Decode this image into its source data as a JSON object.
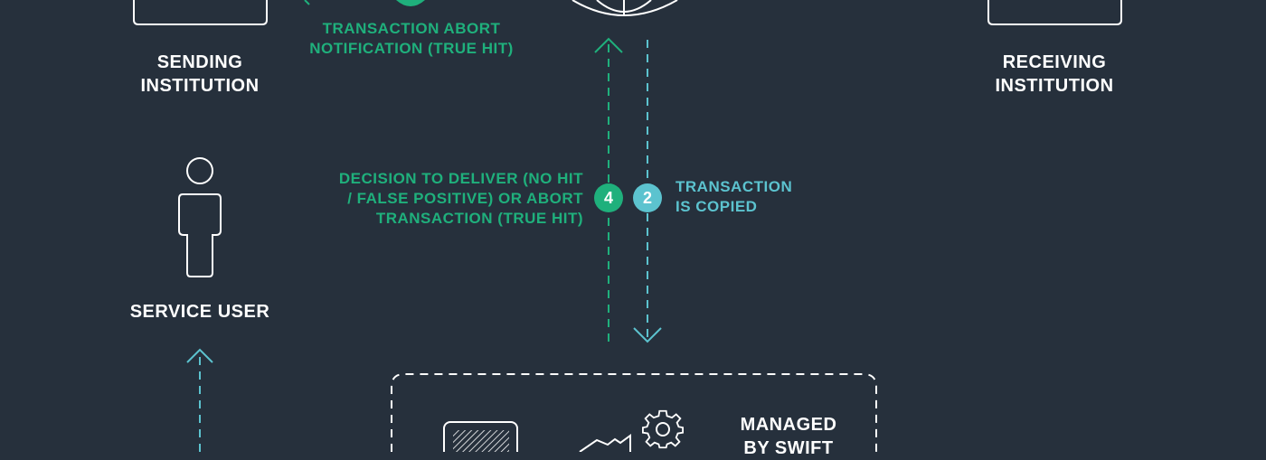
{
  "nodes": {
    "sending_institution": [
      "SENDING",
      "INSTITUTION"
    ],
    "receiving_institution": [
      "RECEIVING",
      "INSTITUTION"
    ],
    "service_user": "SERVICE USER",
    "managed_by_swift": [
      "MANAGED",
      "BY SWIFT"
    ]
  },
  "steps": {
    "abort_notification": [
      "TRANSACTION ABORT",
      "NOTIFICATION (TRUE HIT)"
    ],
    "decision": {
      "number": "4",
      "lines": [
        "DECISION TO DELIVER (NO  HIT",
        "/ FALSE POSITIVE) OR ABORT",
        "TRANSACTION (TRUE HIT)"
      ]
    },
    "copied": {
      "number": "2",
      "lines": [
        "TRANSACTION",
        "IS COPIED"
      ]
    }
  },
  "colors": {
    "background": "#26303c",
    "green": "#1fb07c",
    "teal": "#5cc3cf",
    "white": "#ffffff"
  },
  "icons": [
    "building-icon",
    "globe-icon",
    "person-icon",
    "monitor-icon",
    "gear-icon",
    "chart-icon"
  ]
}
